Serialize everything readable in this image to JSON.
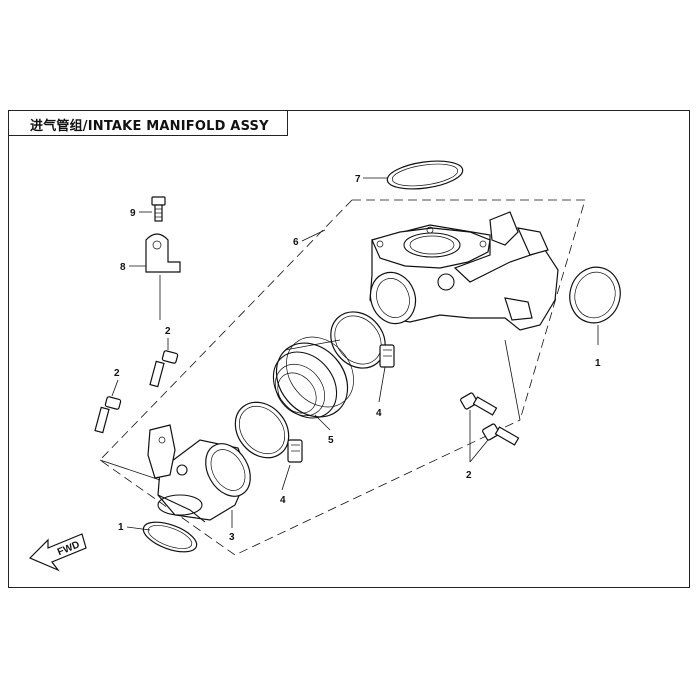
{
  "title": "进气管组/INTAKE MANIFOLD ASSY",
  "fwd_label": "FWD",
  "callouts": {
    "c1_right": "1",
    "c1_left": "1",
    "c2_upper": "2",
    "c2_left": "2",
    "c2_right": "2",
    "c3": "3",
    "c4_upper": "4",
    "c4_lower": "4",
    "c5": "5",
    "c6": "6",
    "c7": "7",
    "c8": "8",
    "c9": "9"
  }
}
